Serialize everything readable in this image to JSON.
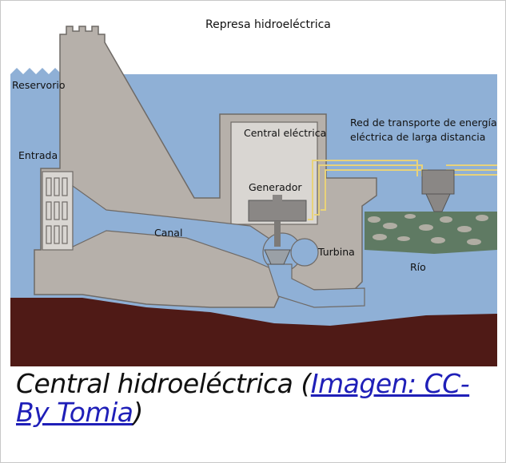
{
  "diagram": {
    "title": "Represa hidroeléctrica",
    "labels": {
      "reservoir": "Reservorio",
      "intake": "Entrada",
      "powerhouse": "Central eléctrica",
      "generator": "Generador",
      "penstock": "Canal",
      "turbine": "Turbina",
      "river": "Río",
      "transmission_line_1": "Red de transporte de energía",
      "transmission_line_2": "eléctrica de larga distancia"
    }
  },
  "caption": {
    "text": "Central hidroeléctrica (",
    "link": "Imagen: CC-By Tomia",
    "close": ")"
  }
}
